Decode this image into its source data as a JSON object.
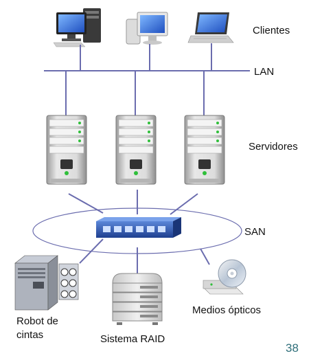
{
  "labels": {
    "clients": "Clientes",
    "lan": "LAN",
    "servers": "Servidores",
    "san": "SAN",
    "tape_robot_line1": "Robot de",
    "tape_robot_line2": "cintas",
    "raid": "Sistema RAID",
    "optical": "Medios ópticos"
  },
  "page_number": "38",
  "colors": {
    "network_line": "#6a6cae",
    "server_body": "#d9d9d9",
    "switch_blue": "#2c57b0",
    "page_number": "#2f6f7a"
  },
  "devices": {
    "clients": [
      {
        "icon": "desktop-computer-icon"
      },
      {
        "icon": "desktop-computer-icon"
      },
      {
        "icon": "laptop-icon"
      }
    ],
    "servers": [
      {
        "icon": "server-tower-icon"
      },
      {
        "icon": "server-tower-icon"
      },
      {
        "icon": "server-tower-icon"
      }
    ],
    "switch": {
      "icon": "network-switch-icon"
    },
    "storage": [
      {
        "icon": "tape-library-icon"
      },
      {
        "icon": "raid-array-icon"
      },
      {
        "icon": "optical-drive-icon"
      }
    ]
  }
}
